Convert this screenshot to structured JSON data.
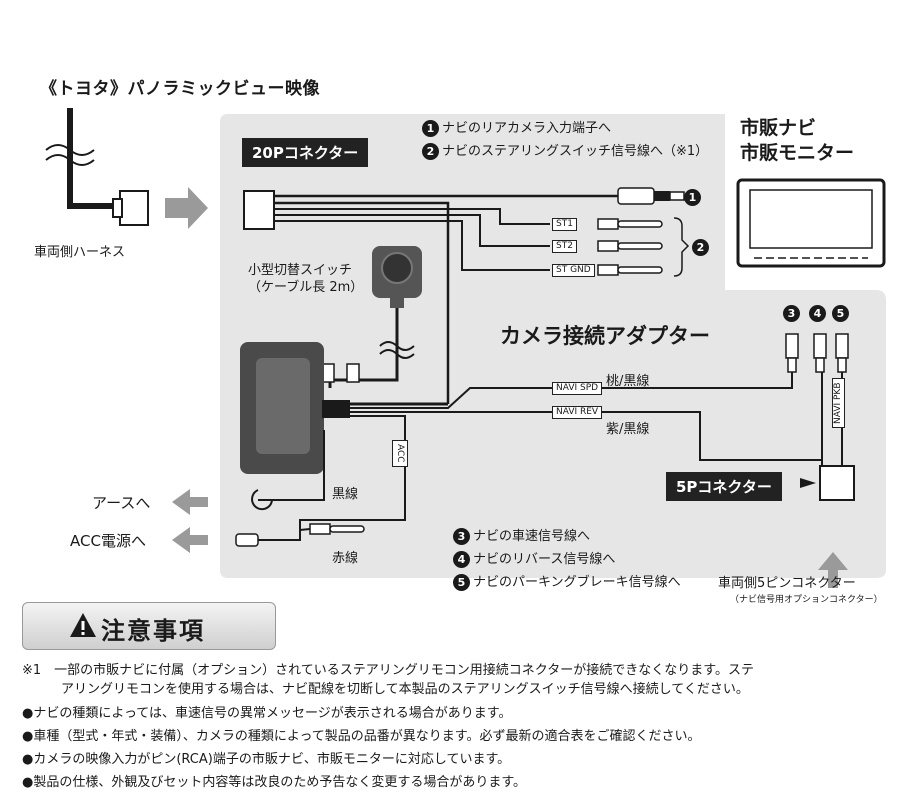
{
  "header": {
    "title": "《トヨタ》パノラミックビュー映像"
  },
  "product": {
    "title": "市販ナビ\n市販モニター",
    "line1": "市販ナビ",
    "line2": "市販モニター"
  },
  "vehicle_harness": {
    "label": "車両側ハーネス"
  },
  "connector_20p": {
    "label": "20Pコネクター"
  },
  "connector_5p": {
    "label": "5Pコネクター"
  },
  "switch": {
    "line1": "小型切替スイッチ",
    "line2": "（ケーブル長 2m）"
  },
  "adapter": {
    "label": "カメラ接続アダプター"
  },
  "destinations_top": [
    {
      "num": "1",
      "text": "ナビのリアカメラ入力端子へ"
    },
    {
      "num": "2",
      "text": "ナビのステアリングスイッチ信号線へ（※1）"
    }
  ],
  "destinations_bottom": [
    {
      "num": "3",
      "text": "ナビの車速信号線へ"
    },
    {
      "num": "4",
      "text": "ナビのリバース信号線へ"
    },
    {
      "num": "5",
      "text": "ナビのパーキングブレーキ信号線へ"
    }
  ],
  "wire_tags": {
    "st1": "ST1",
    "st2": "ST2",
    "stgnd": "ST GND",
    "navi_spd": "NAVI SPD",
    "navi_rev": "NAVI REV",
    "navi_pkb": "NAVI PKB",
    "acc": "ACC"
  },
  "wire_colors": {
    "spd": "桃/黒線",
    "rev": "紫/黒線",
    "black": "黒線",
    "red": "赤線"
  },
  "callout_nums": {
    "one": "1",
    "two": "2",
    "three": "3",
    "four": "4",
    "five": "5"
  },
  "ground": {
    "label": "アースへ"
  },
  "acc_power": {
    "label": "ACC電源へ"
  },
  "vehicle_5pin": {
    "label": "車両側5ピンコネクター",
    "sub": "（ナビ信号用オプションコネクター）"
  },
  "caution": {
    "label": "注意事項"
  },
  "notes": [
    "※1　一部の市販ナビに付属（オプション）されているステアリングリモコン用接続コネクターが接続できなくなります。ステ",
    "　　　アリングリモコンを使用する場合は、ナビ配線を切断して本製品のステアリングスイッチ信号線へ接続してください。",
    "●ナビの種類によっては、車速信号の異常メッセージが表示される場合があります。",
    "●車種（型式・年式・装備）、カメラの種類によって製品の品番が異なります。必ず最新の適合表をご確認ください。",
    "●カメラの映像入力がピン(RCA)端子の市販ナビ、市販モニターに対応しています。",
    "●製品の仕様、外観及びセット内容等は改良のため予告なく変更する場合があります。"
  ],
  "colors": {
    "panel": "#e6e6e6",
    "ink": "#1a1a1a",
    "arrow": "#9a9a9a"
  }
}
